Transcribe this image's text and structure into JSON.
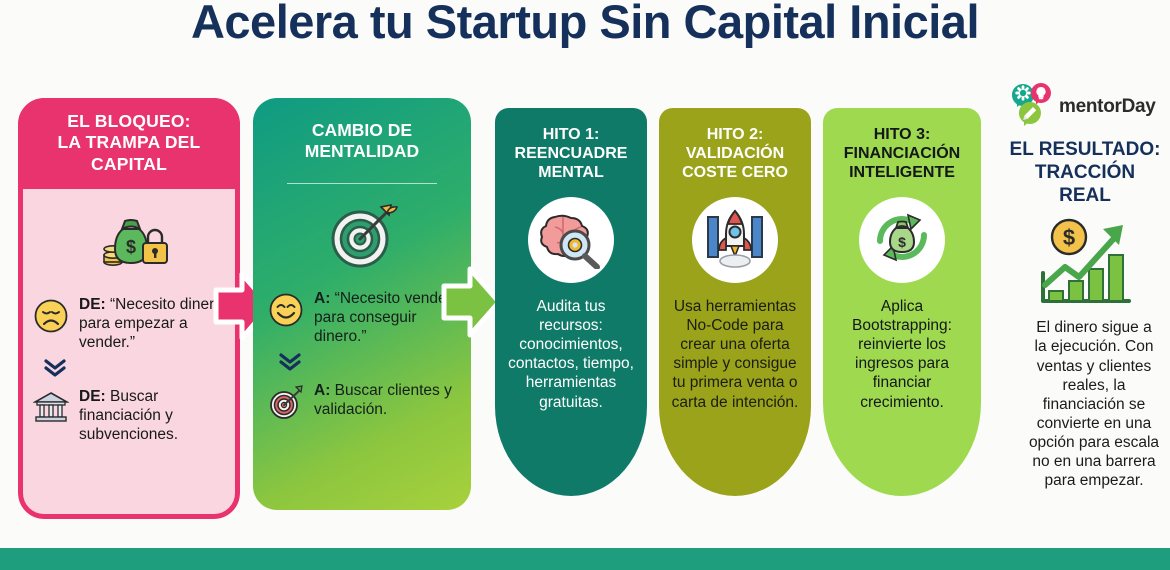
{
  "title": "Acelera tu Startup Sin Capital Inicial",
  "colors": {
    "title": "#16305c",
    "pink": "#e8336f",
    "pink_light": "#f9d6e0",
    "teal": "#107a68",
    "olive": "#9aa31a",
    "lime": "#9ed94f",
    "bottom_bar": "#1f9e7e"
  },
  "cards": [
    {
      "id": "bloqueo",
      "header": "EL BLOQUEO:\nLA TRAMPA DEL\nCAPITAL",
      "header_lines": [
        "EL BLOQUEO:",
        "LA TRAMPA DEL",
        "CAPITAL"
      ],
      "main_icon": "money-bag-lock-icon",
      "rows": [
        {
          "icon": "sad-face-icon",
          "label": "DE:",
          "text": " “Necesito dinero para empezar a vender.”"
        },
        {
          "icon": "bank-icon",
          "label": "DE:",
          "text": " Buscar financiación y subvenciones."
        }
      ]
    },
    {
      "id": "mentalidad",
      "header_lines": [
        "CAMBIO DE",
        "MENTALIDAD"
      ],
      "main_icon": "target-arrow-icon",
      "rows": [
        {
          "icon": "smiling-face-icon",
          "label": "A:",
          "text": " “Necesito vender para conseguir dinero.”"
        },
        {
          "icon": "target-red-icon",
          "label": "A:",
          "text": " Buscar clientes y validación."
        }
      ]
    },
    {
      "id": "hito1",
      "header_lines": [
        "HITO 1:",
        "REENCUADRE",
        "MENTAL"
      ],
      "main_icon": "brain-magnifier-icon",
      "body": "Audita tus recursos: conocimientos, contactos, tiempo, herramientas gratuitas."
    },
    {
      "id": "hito2",
      "header_lines": [
        "HITO 2:",
        "VALIDACIÓN",
        "COSTE CERO"
      ],
      "main_icon": "rocket-launch-icon",
      "body": "Usa herramientas No-Code para crear una oferta simple y consigue tu primera venta o carta de intención."
    },
    {
      "id": "hito3",
      "header_lines": [
        "HITO 3:",
        "FINANCIACIÓN",
        "INTELIGENTE"
      ],
      "main_icon": "money-recycle-icon",
      "body": "Aplica Bootstrapping: reinvierte los ingresos para financiar crecimiento."
    }
  ],
  "arrows": [
    {
      "id": "arrow-pink",
      "color": "#e8336f",
      "direction": "right"
    },
    {
      "id": "arrow-green",
      "color": "#7cc242",
      "direction": "right"
    }
  ],
  "brand": {
    "name": "mentorDay",
    "icon_gear": "gear-icon",
    "icon_bulb": "lightbulb-icon",
    "icon_pencil": "pencil-icon"
  },
  "result": {
    "title_lines": [
      "EL RESULTADO:",
      "TRACCIÓN",
      "REAL"
    ],
    "icon": "growth-chart-dollar-icon",
    "body_lines": [
      "El dinero sigue a",
      "la ejecución. Con",
      "ventas y clientes",
      "reales, la",
      "financiación se",
      "convierte en una",
      "opción para escala",
      "no en una barrera",
      "para empezar."
    ]
  }
}
